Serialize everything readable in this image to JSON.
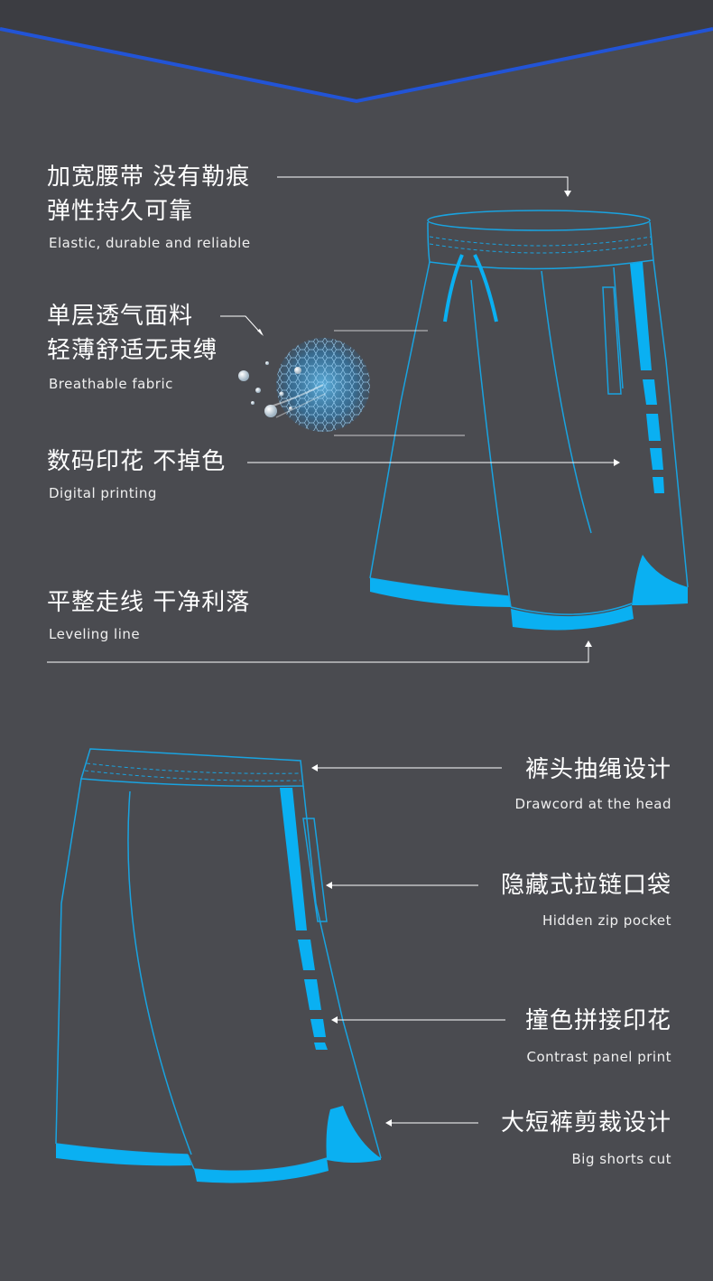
{
  "colors": {
    "background": "#4a4b50",
    "accent": "#0ab0f2",
    "outline": "#19a3e0",
    "banner_edge": "#2254d6",
    "text": "#ffffff"
  },
  "features_top": [
    {
      "cn_line1": "加宽腰带 没有勒痕",
      "cn_line2": "弹性持久可靠",
      "en": "Elastic, durable and reliable"
    },
    {
      "cn_line1": "单层透气面料",
      "cn_line2": "轻薄舒适无束缚",
      "en": "Breathable fabric"
    },
    {
      "cn_line1": "数码印花 不掉色",
      "en": "Digital printing"
    },
    {
      "cn_line1": "平整走线 干净利落",
      "en": "Leveling line"
    }
  ],
  "features_bottom": [
    {
      "cn": "裤头抽绳设计",
      "en": "Drawcord at the head"
    },
    {
      "cn": "隐藏式拉链口袋",
      "en": "Hidden zip pocket"
    },
    {
      "cn": "撞色拼接印花",
      "en": "Contrast panel print"
    },
    {
      "cn": "大短裤剪裁设计",
      "en": "Big shorts cut"
    }
  ],
  "icons": [
    "shorts-front-illustration",
    "shorts-side-illustration",
    "fabric-mesh-icon"
  ]
}
